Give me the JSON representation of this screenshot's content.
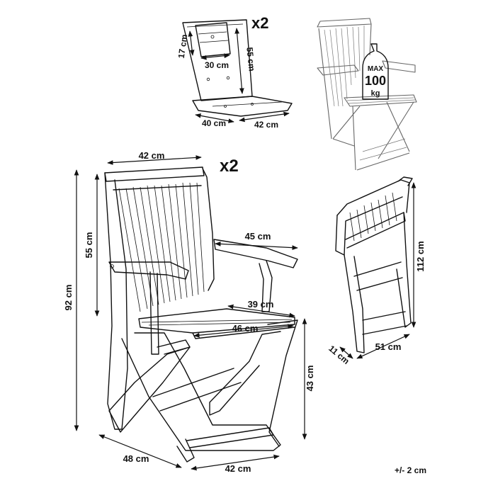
{
  "cushion": {
    "multiplier": "x2",
    "dims": {
      "pillow_height": "17 cm",
      "pillow_width": "30 cm",
      "back_height": "55 cm",
      "seat_depth": "40 cm",
      "seat_width": "42 cm"
    }
  },
  "capacity": {
    "max": "MAX",
    "value": "100",
    "unit": "kg"
  },
  "chair": {
    "multiplier": "x2",
    "dims": {
      "back_width": "42 cm",
      "back_height": "55 cm",
      "total_height": "92 cm",
      "armrest_length": "45 cm",
      "seat_depth": "39 cm",
      "seat_width": "46 cm",
      "seat_height": "43 cm",
      "leg_depth": "48 cm",
      "leg_width": "42 cm"
    }
  },
  "folded": {
    "dims": {
      "height": "112 cm",
      "thickness": "11 cm",
      "width": "51 cm"
    }
  },
  "tolerance": "+/- 2 cm",
  "colors": {
    "line": "#111111",
    "sketch": "#666666",
    "background": "#ffffff"
  }
}
